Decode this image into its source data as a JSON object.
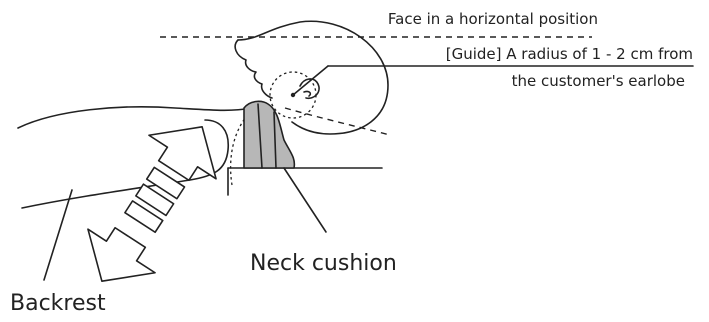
{
  "labels": {
    "face_horizontal": "Face in a horizontal position",
    "guide_line1": "[Guide] A radius of 1 - 2 cm from",
    "guide_line2": "the customer's earlobe",
    "neck_cushion": "Neck cushion",
    "backrest": "Backrest"
  },
  "colors": {
    "line": "#222222",
    "cushion_fill": "#b7b7b7",
    "background": "#ffffff"
  },
  "icons": {
    "adjust_arrow": "double-headed-arrow"
  }
}
